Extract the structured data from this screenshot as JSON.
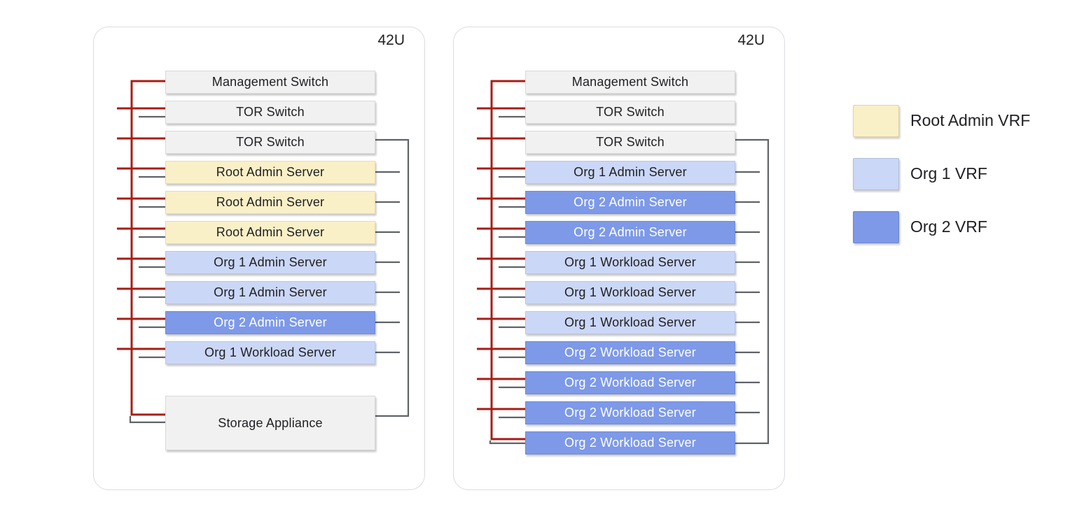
{
  "colors": {
    "red_wire": "#A81D15",
    "gray_wire": "#5F6368",
    "switch_fill": "#F1F1F1",
    "root_admin_fill": "#FAF0C7",
    "org1_fill": "#CBD7F6",
    "org2_fill": "#7D99E8"
  },
  "racks": [
    {
      "label_42u": "42U",
      "rows": [
        {
          "label": "Management Switch",
          "type": "switch",
          "conn": {
            "red": "elbow-top"
          }
        },
        {
          "label": "TOR Switch",
          "type": "switch",
          "conn": {
            "red": "stub",
            "gray": "stub"
          }
        },
        {
          "label": "TOR Switch",
          "type": "switch",
          "conn": {
            "red": "stub",
            "right": "elbow-top"
          }
        },
        {
          "label": "Root Admin Server",
          "type": "root",
          "conn": {
            "red": "stub",
            "gray": "stub",
            "right": "stub"
          }
        },
        {
          "label": "Root Admin Server",
          "type": "root",
          "conn": {
            "red": "stub",
            "gray": "stub",
            "right": "stub"
          }
        },
        {
          "label": "Root Admin Server",
          "type": "root",
          "conn": {
            "red": "stub",
            "gray": "stub",
            "right": "stub"
          }
        },
        {
          "label": "Org 1 Admin Server",
          "type": "org1",
          "conn": {
            "red": "stub",
            "gray": "stub",
            "right": "stub"
          }
        },
        {
          "label": "Org 1 Admin Server",
          "type": "org1",
          "conn": {
            "red": "stub",
            "gray": "stub",
            "right": "stub"
          }
        },
        {
          "label": "Org 2 Admin Server",
          "type": "org2",
          "conn": {
            "red": "stub",
            "gray": "stub",
            "right": "stub"
          }
        },
        {
          "label": "Org 1 Workload Server",
          "type": "org1",
          "conn": {
            "red": "stub",
            "gray": "stub",
            "right": "stub"
          }
        },
        {
          "label": "Storage Appliance",
          "type": "storage",
          "size": "tall",
          "conn": {
            "red": "elbow-bottom",
            "gray": "elbow-bottom",
            "right": "elbow-bottom"
          }
        }
      ]
    },
    {
      "label_42u": "42U",
      "rows": [
        {
          "label": "Management Switch",
          "type": "switch",
          "conn": {
            "red": "elbow-top"
          }
        },
        {
          "label": "TOR Switch",
          "type": "switch",
          "conn": {
            "red": "stub",
            "gray": "stub"
          }
        },
        {
          "label": "TOR Switch",
          "type": "switch",
          "conn": {
            "red": "stub",
            "right": "elbow-top"
          }
        },
        {
          "label": "Org 1 Admin Server",
          "type": "org1",
          "conn": {
            "red": "stub",
            "gray": "stub",
            "right": "stub"
          }
        },
        {
          "label": "Org 2 Admin Server",
          "type": "org2",
          "conn": {
            "red": "stub",
            "gray": "stub",
            "right": "stub"
          }
        },
        {
          "label": "Org 2 Admin Server",
          "type": "org2",
          "conn": {
            "red": "stub",
            "gray": "stub",
            "right": "stub"
          }
        },
        {
          "label": "Org 1 Workload Server",
          "type": "org1",
          "conn": {
            "red": "stub",
            "gray": "stub",
            "right": "stub"
          }
        },
        {
          "label": "Org 1 Workload Server",
          "type": "org1",
          "conn": {
            "red": "stub",
            "gray": "stub",
            "right": "stub"
          }
        },
        {
          "label": "Org 1 Workload Server",
          "type": "org1",
          "conn": {
            "red": "stub",
            "gray": "stub",
            "right": "stub"
          }
        },
        {
          "label": "Org 2 Workload Server",
          "type": "org2",
          "conn": {
            "red": "stub",
            "gray": "stub",
            "right": "stub"
          }
        },
        {
          "label": "Org 2 Workload Server",
          "type": "org2",
          "conn": {
            "red": "stub",
            "gray": "stub",
            "right": "stub"
          }
        },
        {
          "label": "Org 2 Workload Server",
          "type": "org2",
          "conn": {
            "red": "stub",
            "gray": "stub",
            "right": "stub"
          }
        },
        {
          "label": "Org 2 Workload Server",
          "type": "org2",
          "conn": {
            "red": "elbow-bottom",
            "gray": "elbow-bottom",
            "right": "elbow-bottom"
          }
        }
      ]
    }
  ],
  "legend": {
    "items": [
      {
        "label": "Root Admin VRF",
        "color": "#FAF0C7"
      },
      {
        "label": "Org 1 VRF",
        "color": "#CBD7F6"
      },
      {
        "label": "Org 2 VRF",
        "color": "#7D99E8"
      }
    ]
  }
}
